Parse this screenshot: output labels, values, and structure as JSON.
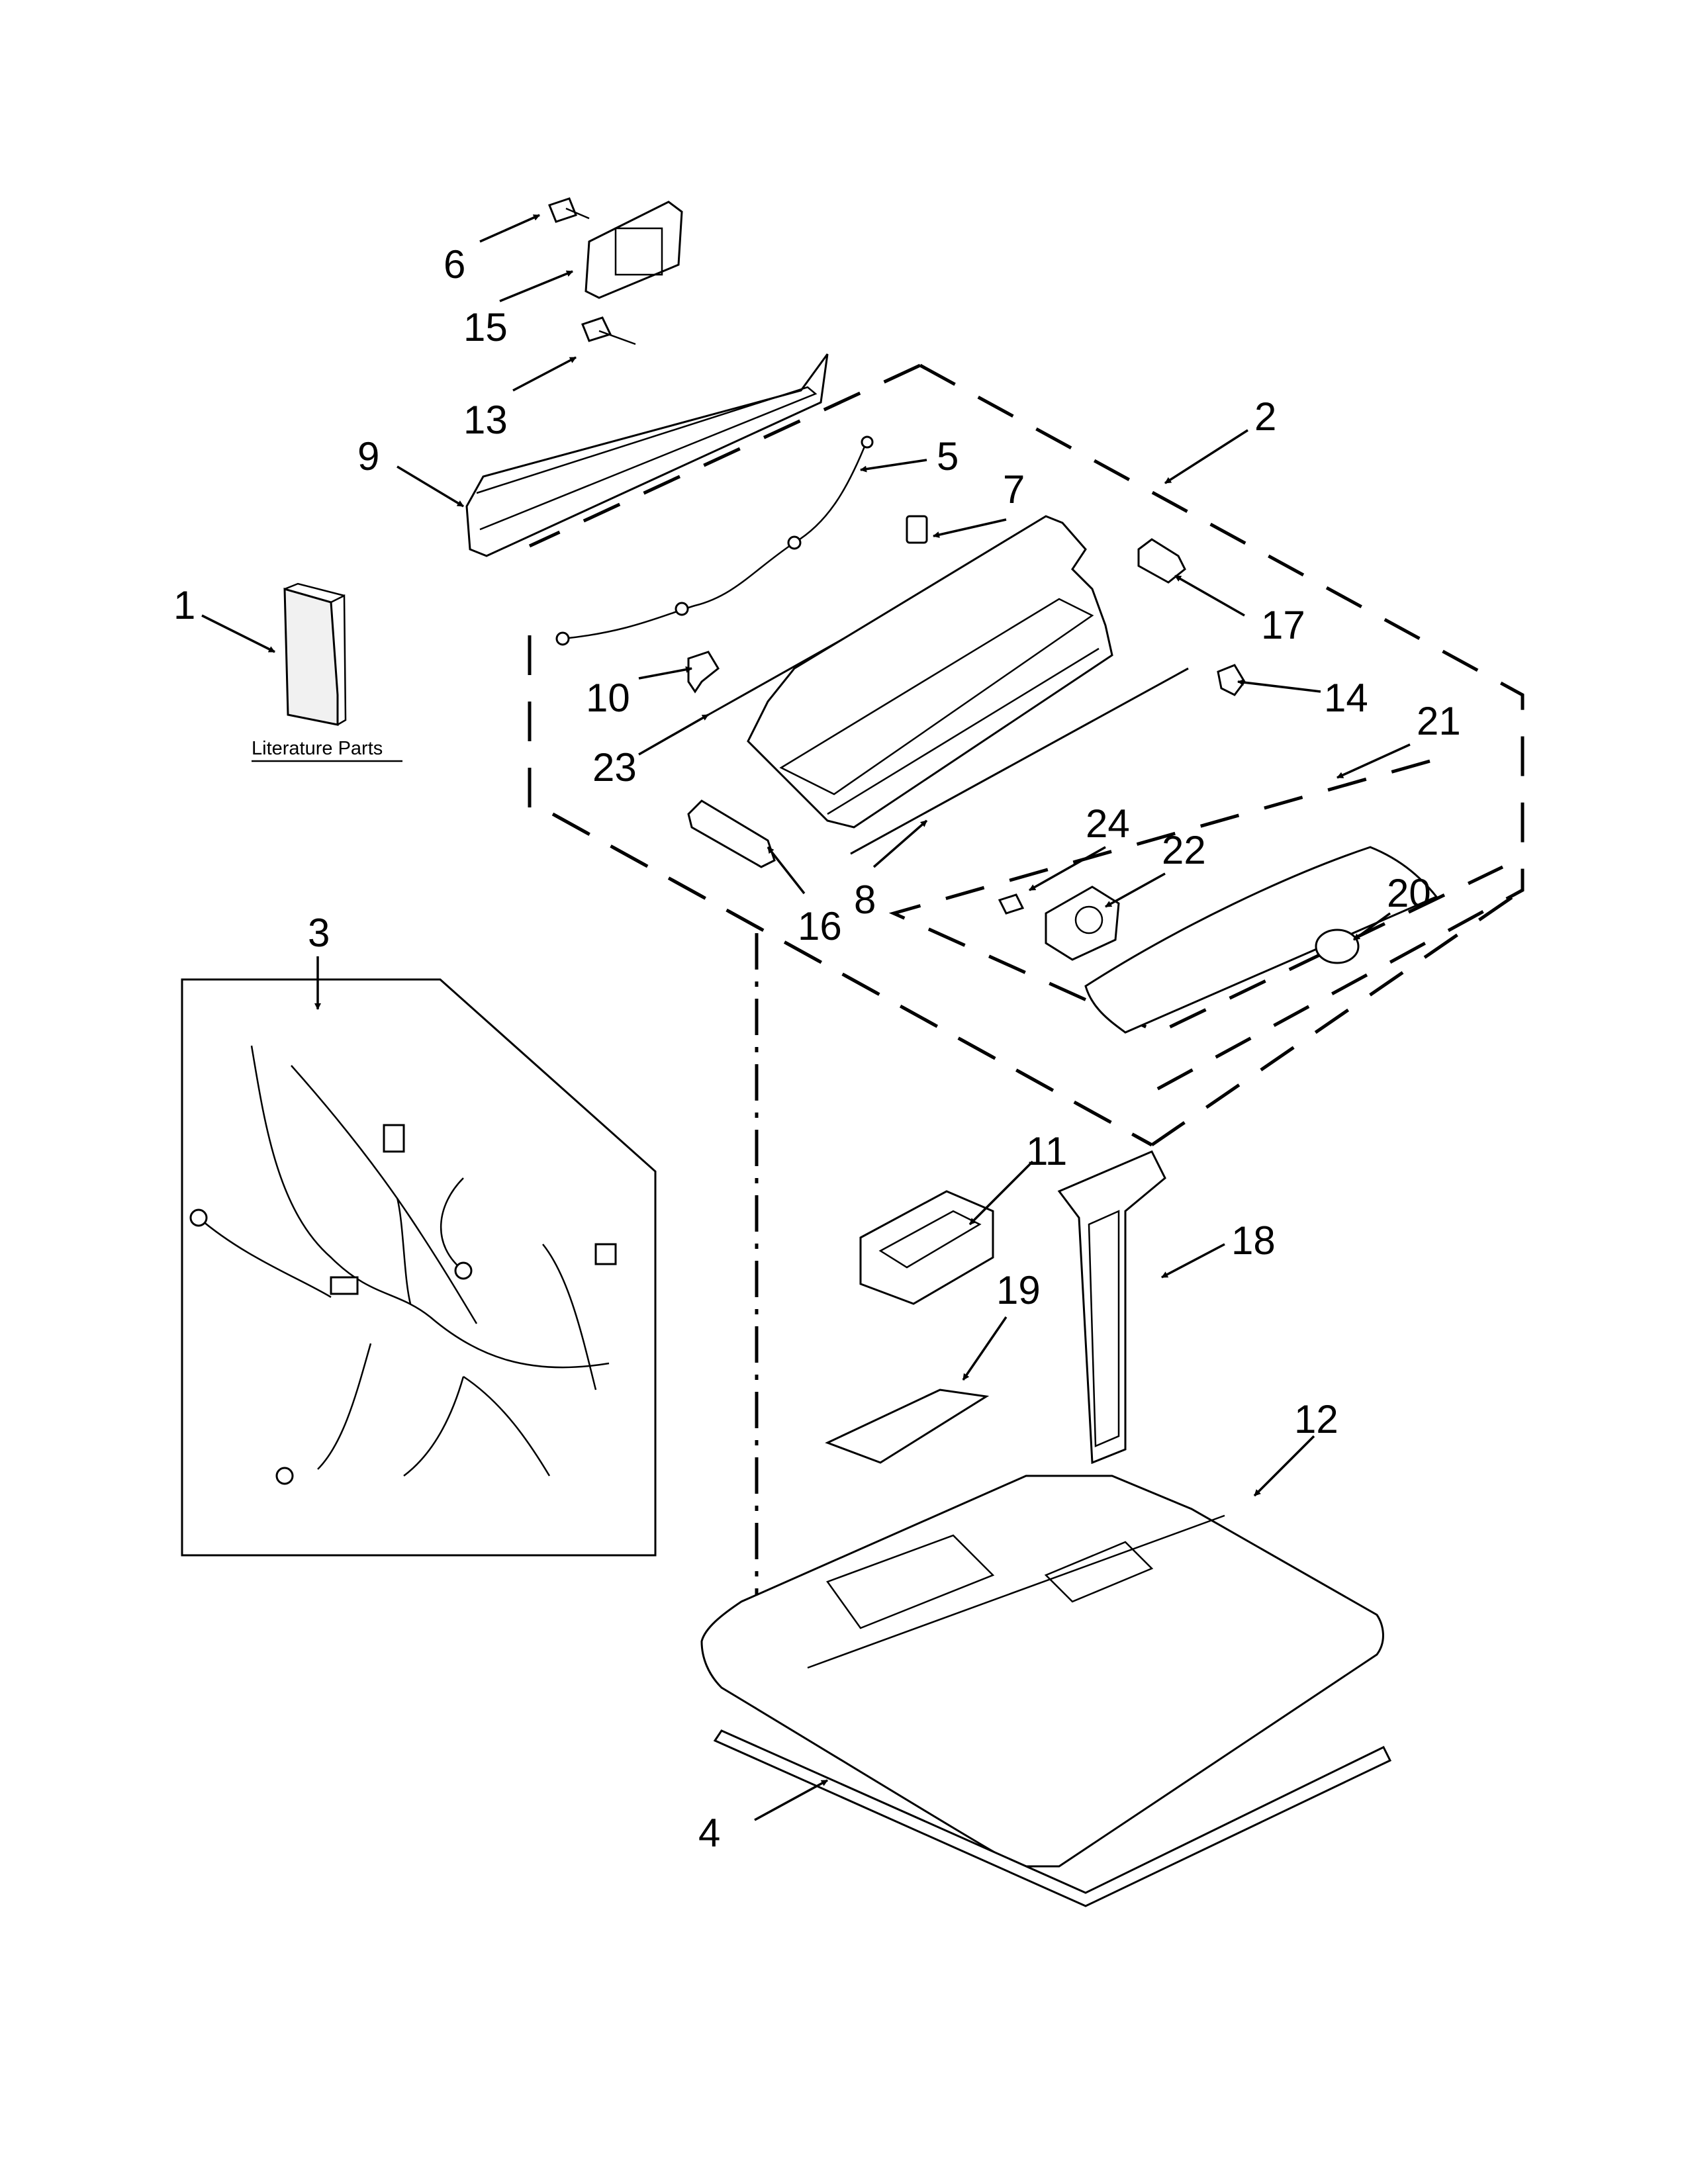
{
  "diagram": {
    "callouts": {
      "c1": "1",
      "c2": "2",
      "c3": "3",
      "c4": "4",
      "c5": "5",
      "c6": "6",
      "c7": "7",
      "c8": "8",
      "c9": "9",
      "c10": "10",
      "c11": "11",
      "c12": "12",
      "c13": "13",
      "c14": "14",
      "c15": "15",
      "c16": "16",
      "c17": "17",
      "c18": "18",
      "c19": "19",
      "c20": "20",
      "c21": "21",
      "c22": "22",
      "c23": "23",
      "c24": "24"
    },
    "literature_label": "Literature Parts"
  }
}
